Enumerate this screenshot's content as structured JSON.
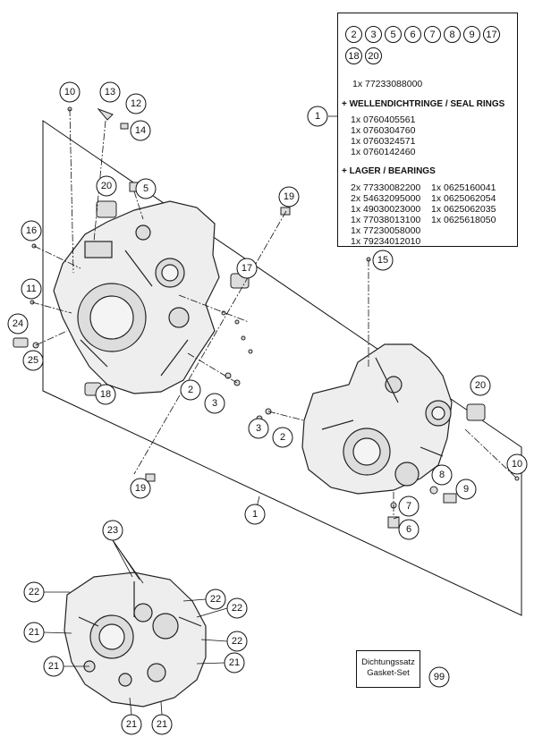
{
  "kit_box": {
    "numbers_row1": [
      "2",
      "3",
      "5",
      "6",
      "7",
      "8",
      "9",
      "17"
    ],
    "numbers_row2": [
      "18",
      "20"
    ],
    "main_part": "1x 77233088000",
    "seal_header": "+ WELLENDICHTRINGE / SEAL RINGS",
    "seal_lines": [
      "1x 0760405561",
      "1x 0760304760",
      "1x 0760324571",
      "1x 0760142460"
    ],
    "bearing_header": "+ LAGER / BEARINGS",
    "bearing_left": [
      "2x 77330082200",
      "2x 54632095000",
      "1x 49030023000",
      "1x 77038013100",
      "1x 77230058000",
      "1x 79234012010"
    ],
    "bearing_right": [
      "1x 0625160041",
      "1x 0625062054",
      "1x 0625062035",
      "1x 0625618050"
    ]
  },
  "callouts": {
    "c1a": "1",
    "c1b": "1",
    "c2a": "2",
    "c2b": "2",
    "c3a": "3",
    "c3b": "3",
    "c5": "5",
    "c6": "6",
    "c7": "7",
    "c8": "8",
    "c9": "9",
    "c10a": "10",
    "c10b": "10",
    "c11": "11",
    "c12": "12",
    "c13": "13",
    "c14": "14",
    "c15": "15",
    "c16": "16",
    "c17": "17",
    "c18": "18",
    "c19a": "19",
    "c19b": "19",
    "c20a": "20",
    "c20b": "20",
    "c21a": "21",
    "c21b": "21",
    "c21c": "21",
    "c21d": "21",
    "c21e": "21",
    "c22a": "22",
    "c22b": "22",
    "c22c": "22",
    "c22d": "22",
    "c23": "23",
    "c24": "24",
    "c25": "25",
    "c99": "99"
  },
  "gasket_set": {
    "line1": "Dichtungssatz",
    "line2": "Gasket-Set"
  }
}
